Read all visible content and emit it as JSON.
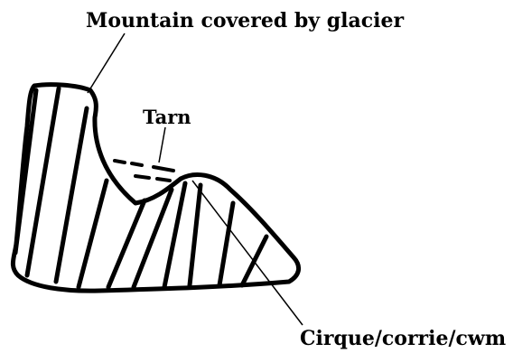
{
  "diagram": {
    "labels": {
      "mountain": "Mountain covered by glacier",
      "tarn": "Tarn",
      "cirque": "Cirque/corrie/cwm"
    },
    "colors": {
      "ink": "#000000",
      "background": "#ffffff"
    }
  }
}
